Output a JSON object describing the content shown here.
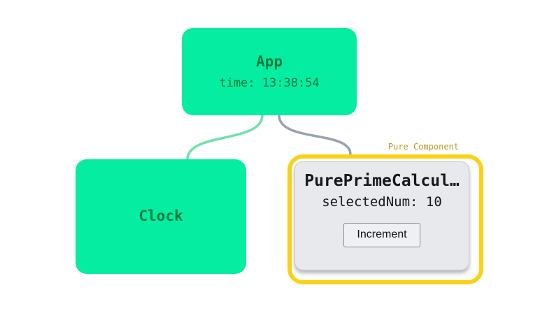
{
  "colors": {
    "node_green": "#05eda1",
    "node_text_green": "#087a40",
    "edge_green": "#6fe2ab",
    "edge_gray": "#9aa1b0",
    "pure_border_yellow": "#fbd117",
    "pure_badge_text": "#ba9a22",
    "pure_box_bg": "#e7e9ed",
    "pure_text": "#16181d"
  },
  "app_node": {
    "title": "App",
    "state": "time: 13:38:54"
  },
  "clock_node": {
    "title": "Clock"
  },
  "pure_node": {
    "badge": "Pure Component",
    "title": "PurePrimeCalcul…",
    "state": "selectedNum: 10",
    "button_label": "Increment"
  }
}
